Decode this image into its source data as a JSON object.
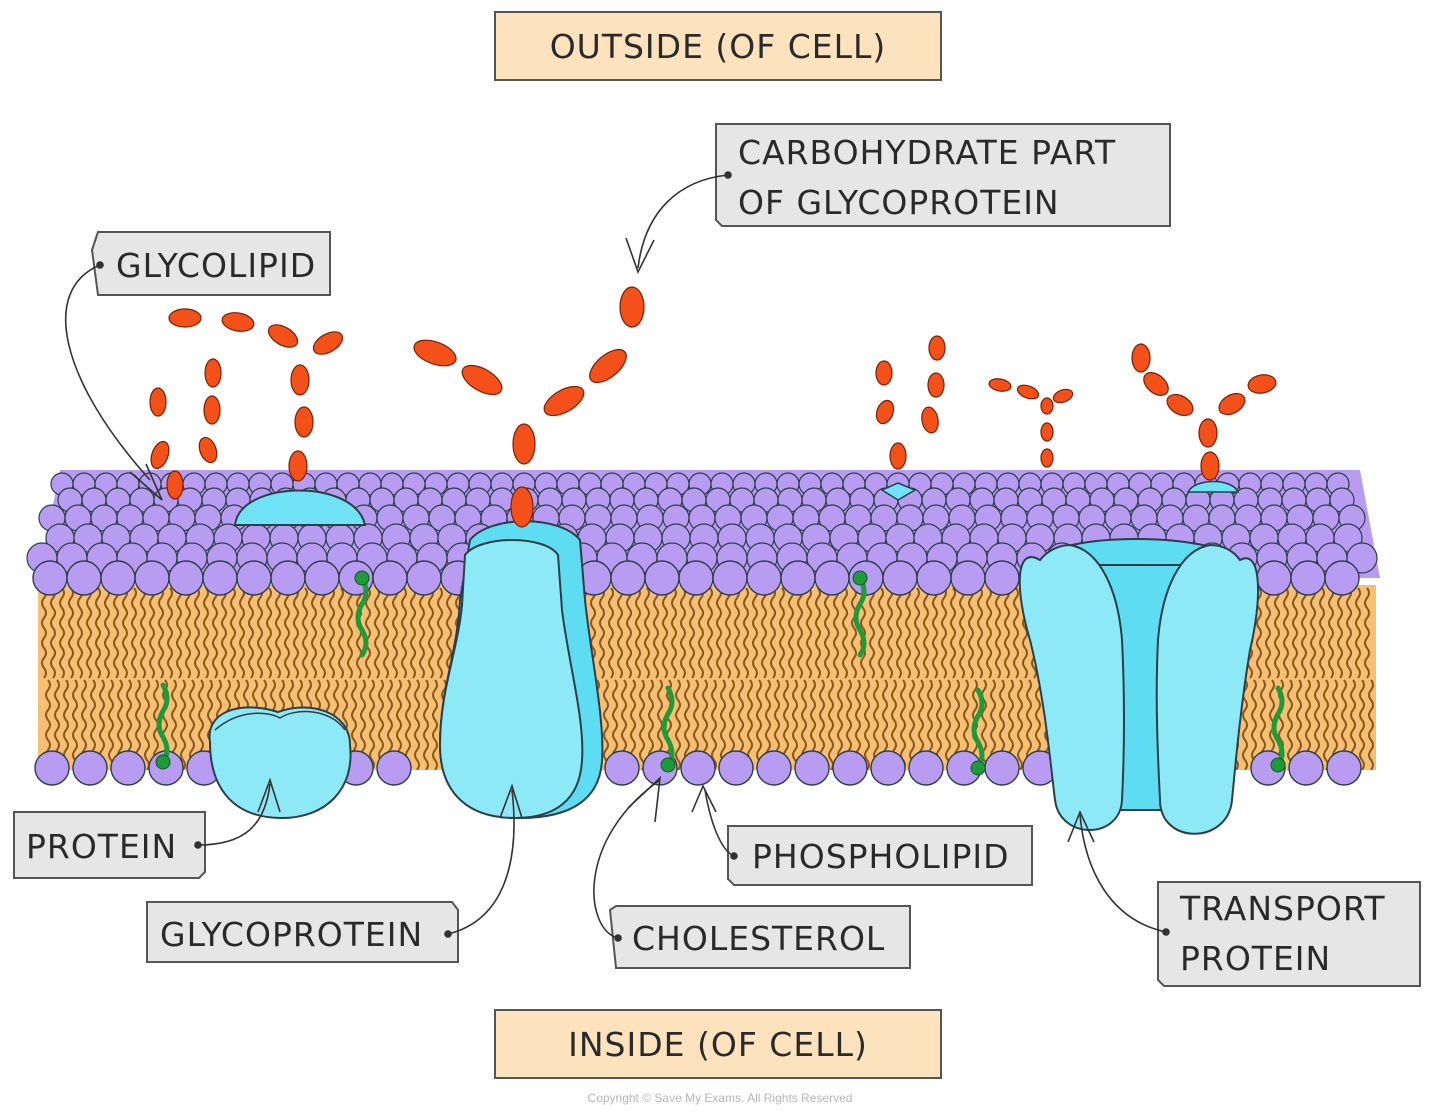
{
  "labels": {
    "outside": "OUTSIDE  (OF  CELL)",
    "inside": "INSIDE  (OF  CELL)",
    "carbohydrate_line1": "CARBOHYDRATE  PART",
    "carbohydrate_line2": "OF  GLYCOPROTEIN",
    "glycolipid": "GLYCOLIPID",
    "protein": "PROTEIN",
    "glycoprotein": "GLYCOPROTEIN",
    "phospholipid": "PHOSPHOLIPID",
    "cholesterol": "CHOLESTEROL",
    "transport_line1": "TRANSPORT",
    "transport_line2": "PROTEIN"
  },
  "copyright": "Copyright © Save My Exams. All Rights Reserved",
  "colors": {
    "head": "#b89cf2",
    "tail_band": "#f7bf74",
    "tail_line": "#8a5a1c",
    "protein": "#8ee9f7",
    "protein_dark": "#5ddcf2",
    "sugar": "#f4501a",
    "cholesterol": "#1e9a3a",
    "label_bg": "#e6e6e6",
    "side_bg": "#fde3bd"
  }
}
